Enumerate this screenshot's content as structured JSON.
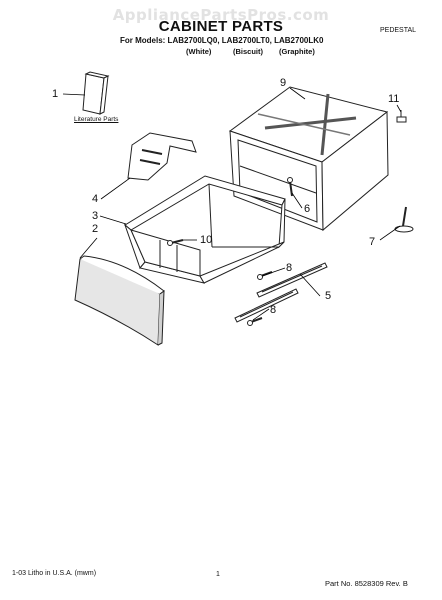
{
  "watermark": "AppliancePartsPros.com",
  "header": {
    "title": "CABINET PARTS",
    "models_line": "For Models: LAB2700LQ0, LAB2700LT0, LAB2700LK0",
    "color_white": "(White)",
    "color_biscuit": "(Biscuit)",
    "color_graphite": "(Graphite)",
    "corner_label": "PEDESTAL"
  },
  "diagram": {
    "literature_label": "Literature Parts",
    "callouts": [
      "1",
      "2",
      "3",
      "4",
      "5",
      "6",
      "7",
      "8",
      "8",
      "9",
      "10",
      "11"
    ]
  },
  "footer": {
    "left": "1-03 Litho in U.S.A. (mwm)",
    "page_number": "1",
    "part_number": "Part No. 8528309 Rev. B"
  }
}
